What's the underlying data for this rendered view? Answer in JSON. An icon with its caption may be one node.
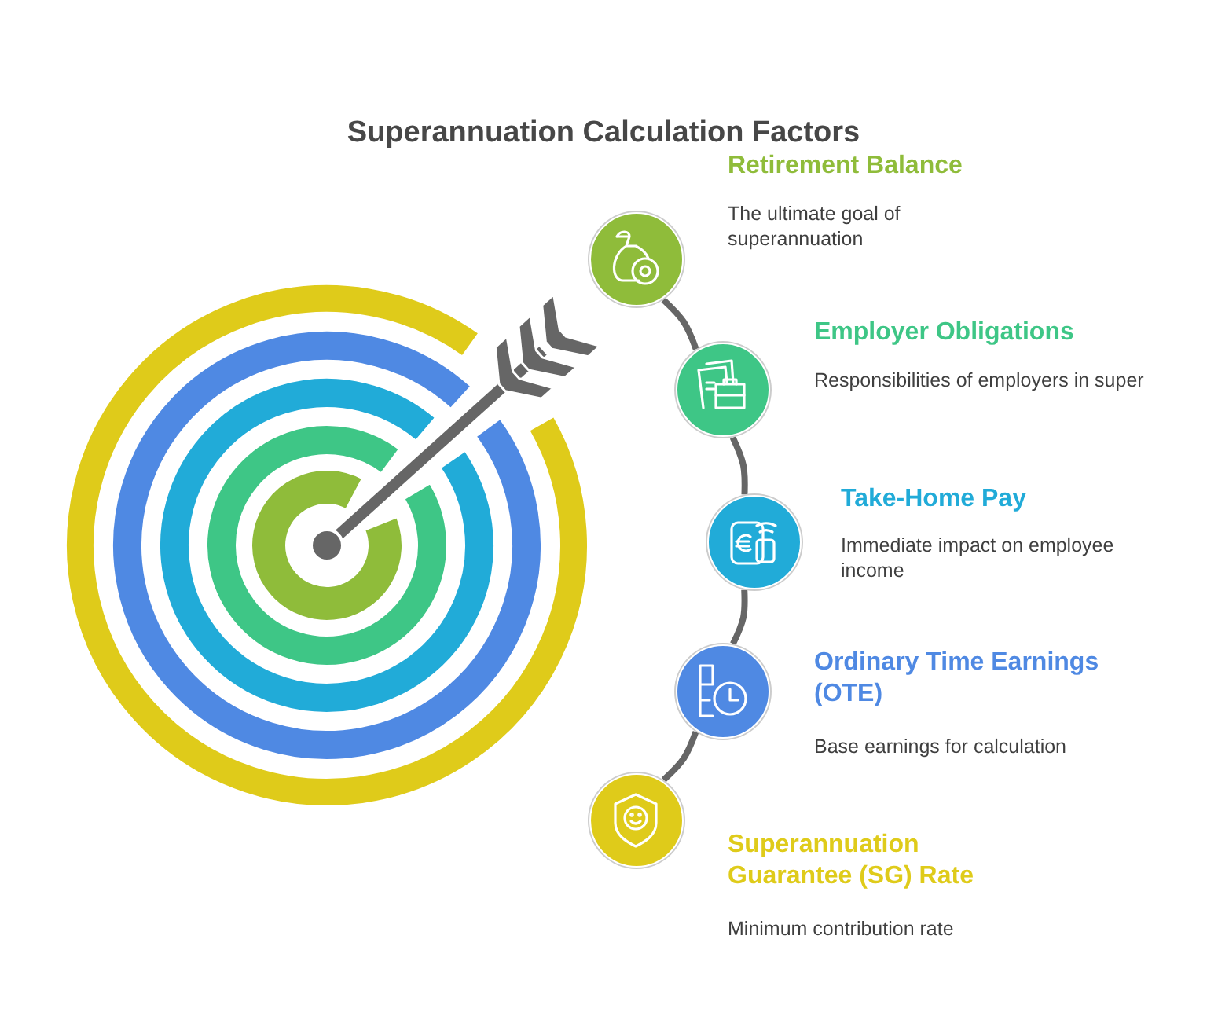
{
  "diagram": {
    "title": "Superannuation Calculation Factors",
    "nodes": [
      {
        "text": [
          "Retirement Balance",
          "The ultimate goal of superannuation"
        ]
      },
      {
        "text": [
          "Employer Obligations",
          "Responsibilities of employers in super"
        ]
      },
      {
        "text": [
          "Take-Home Pay",
          "Immediate impact on employee income"
        ]
      },
      {
        "text": [
          "Ordinary Time Earnings (OTE)",
          "Base earnings for calculation"
        ]
      },
      {
        "text": [
          "Superannuation Guarantee (SG) Rate",
          "Minimum contribution rate"
        ]
      }
    ],
    "edges": [
      {
        "from": 0,
        "to": 1,
        "arrow": "none"
      },
      {
        "from": 1,
        "to": 2,
        "arrow": "none"
      },
      {
        "from": 2,
        "to": 3,
        "arrow": "none"
      },
      {
        "from": 3,
        "to": 4,
        "arrow": "none"
      }
    ]
  }
}
